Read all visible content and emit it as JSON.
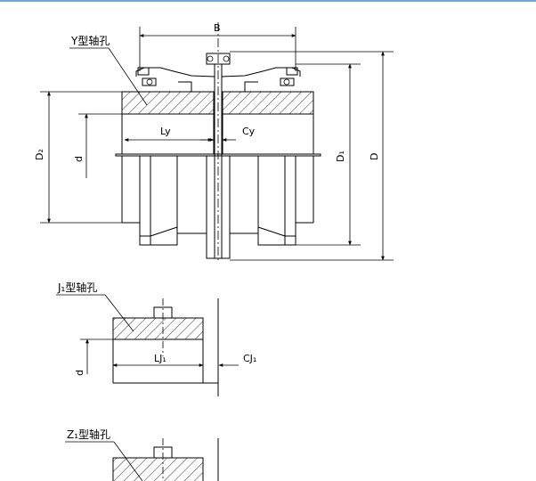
{
  "labels": {
    "y_bore": "Y型轴孔",
    "j1_bore": "J₁型轴孔",
    "z1_bore": "Z₁型轴孔",
    "dim_b": "B",
    "dim_d2": "D₂",
    "dim_d_main": "d",
    "dim_ly": "Ly",
    "dim_cy": "Cy",
    "dim_d1": "D₁",
    "dim_d_outer": "D",
    "dim_lj1": "LJ₁",
    "dim_cj1": "CJ₁",
    "dim_d_j1": "d"
  },
  "colors": {
    "line": "#000000",
    "top_border": "#7aa6d6",
    "background": "#ffffff"
  }
}
